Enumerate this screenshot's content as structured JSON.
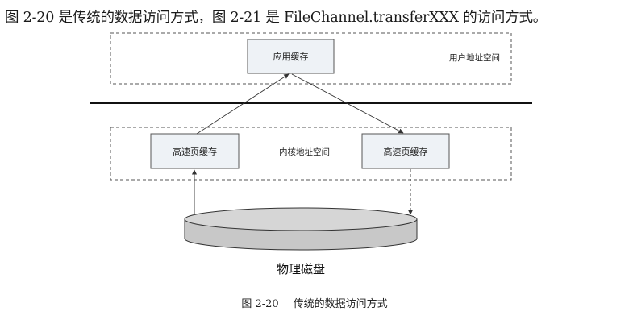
{
  "intro": "图 2-20 是传统的数据访问方式，图 2-21 是 FileChannel.transferXXX 的访问方式。",
  "regions": {
    "user_space": "用户地址空间",
    "kernel_space": "内核地址空间"
  },
  "nodes": {
    "app_cache": "应用缓存",
    "page_cache_left": "高速页缓存",
    "page_cache_right": "高速页缓存",
    "disk": "物理磁盘"
  },
  "caption": {
    "number": "图 2-20",
    "title": "传统的数据访问方式"
  }
}
